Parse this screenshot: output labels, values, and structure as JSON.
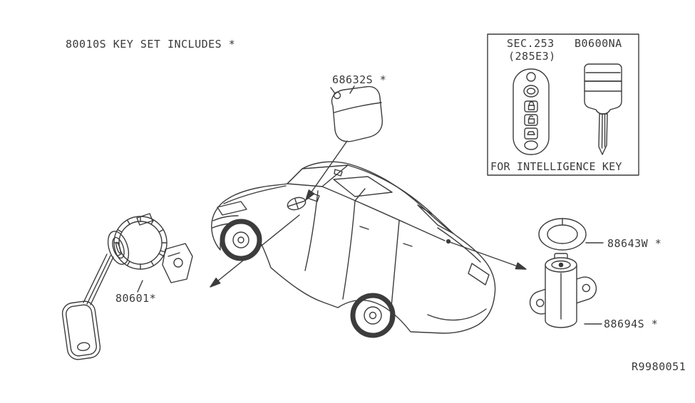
{
  "colors": {
    "background": "#ffffff",
    "line": "#3c3c3c",
    "text": "#3a3a3a"
  },
  "note": "80010S KEY SET INCLUDES *",
  "info_box": {
    "section": "SEC.253",
    "section_sub": "(285E3)",
    "key_blank": "B0600NA",
    "caption": "FOR INTELLIGENCE KEY"
  },
  "callouts": {
    "part_68632": "68632S *",
    "part_80601": "80601*",
    "part_88643": "88643W *",
    "part_88694": "88694S *"
  },
  "drawing_number": "R9980051"
}
